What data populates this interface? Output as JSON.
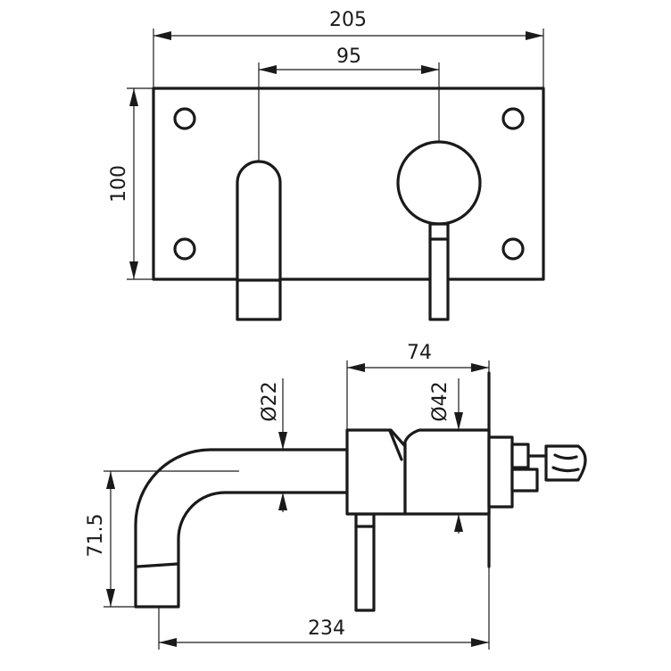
{
  "dimensions": {
    "plate_width": "205",
    "spout_handle_spacing": "95",
    "plate_height": "100",
    "body_depth": "74",
    "spout_diameter": "Ø22",
    "body_diameter": "Ø42",
    "spout_drop": "71.5",
    "total_projection": "234"
  }
}
